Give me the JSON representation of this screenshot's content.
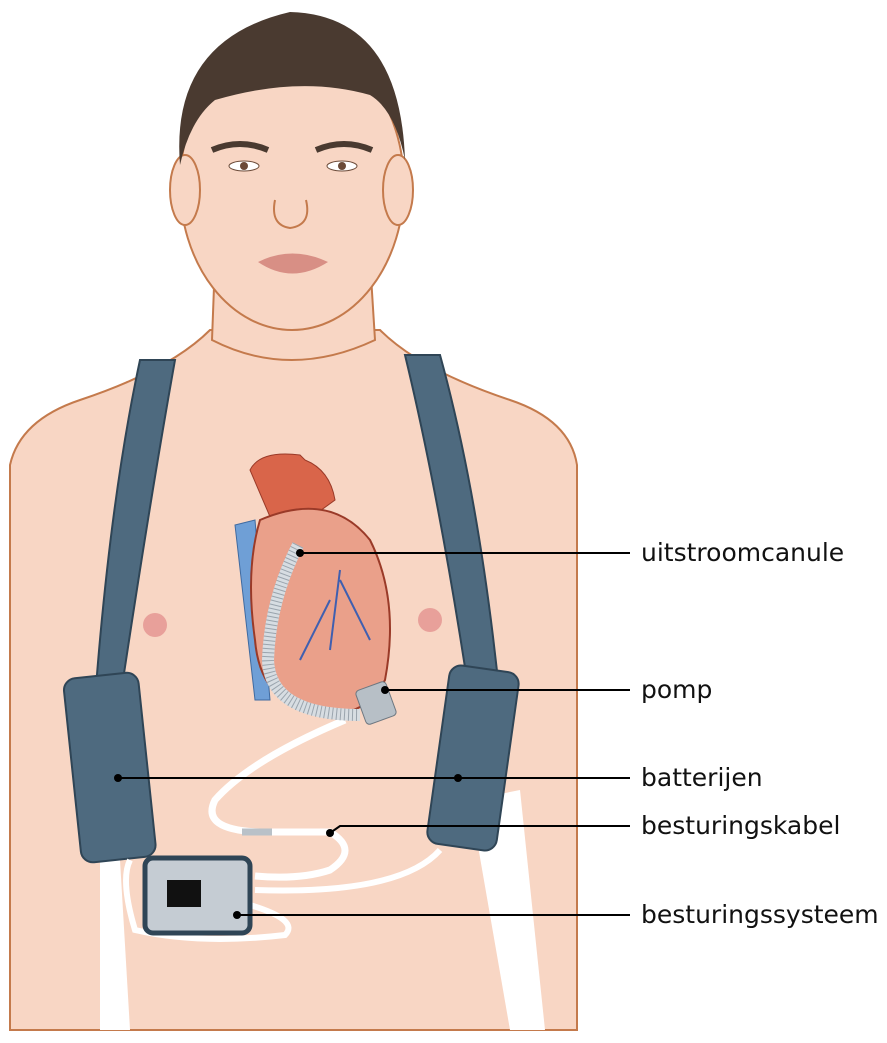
{
  "labels": {
    "outflow_cannula": "uitstroomcanule",
    "pump": "pomp",
    "batteries": "batterijen",
    "driveline": "besturingskabel",
    "controller": "besturingssysteem"
  },
  "colors": {
    "skin": "#f8d6c4",
    "skin_outline": "#c47a4c",
    "hair": "#4a3a30",
    "strap": "#4e6a7f",
    "heart_red": "#d9654a",
    "vein_blue": "#6f9fd6",
    "controller": "#c5ccd3"
  }
}
